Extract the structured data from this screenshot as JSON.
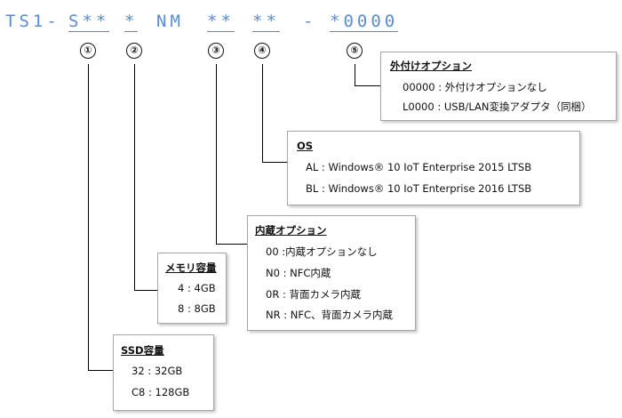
{
  "model_code": {
    "prefix": "TS1-",
    "seg1": "S**",
    "seg2": "*",
    "nm": "NM",
    "seg3": "**",
    "seg4": "**",
    "dash": "-",
    "seg5": "*0000"
  },
  "markers": [
    "①",
    "②",
    "③",
    "④",
    "⑤"
  ],
  "boxes": {
    "ssd": {
      "title": "SSD容量",
      "items": [
        "32 : 32GB",
        "C8 : 128GB"
      ]
    },
    "memory": {
      "title": "メモリ容量",
      "items": [
        "4 : 4GB",
        "8 : 8GB"
      ]
    },
    "internal": {
      "title": "内蔵オプション",
      "items": [
        "00 :内蔵オプションなし",
        "N0 : NFC内蔵",
        "0R : 背面カメラ内蔵",
        "NR : NFC、背面カメラ内蔵"
      ]
    },
    "os": {
      "title": "OS",
      "items": [
        "AL : Windows® 10 IoT Enterprise 2015 LTSB",
        "BL : Windows® 10 IoT Enterprise 2016 LTSB"
      ]
    },
    "external": {
      "title": "外付けオプション",
      "items": [
        "00000 : 外付けオプションなし",
        "L0000 : USB/LAN変換アダプタ（同梱）"
      ]
    }
  },
  "colors": {
    "code_text": "#5b8bd0",
    "connector": "#000000",
    "box_border": "#a6a6a6"
  }
}
